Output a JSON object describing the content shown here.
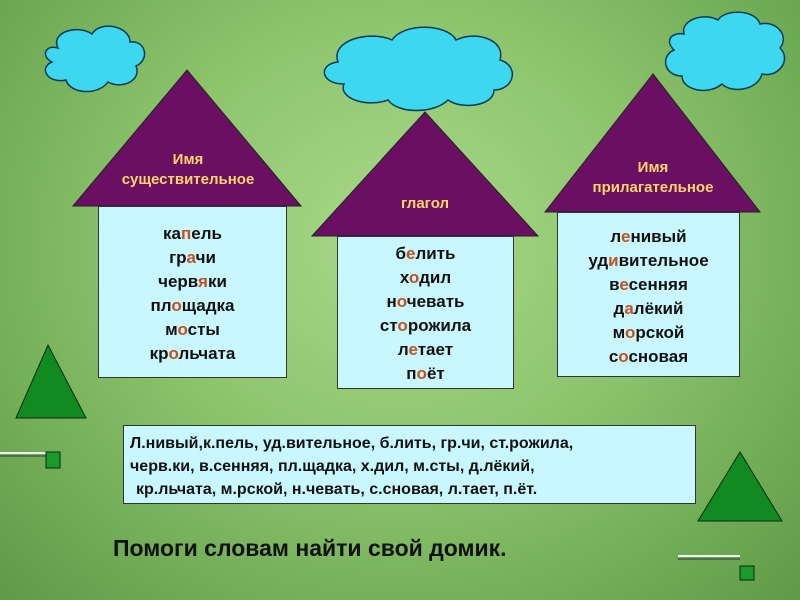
{
  "houses": [
    {
      "roof_lines": [
        "Имя",
        "существительное"
      ],
      "words": [
        [
          {
            "t": "ка"
          },
          {
            "t": "п",
            "h": true
          },
          {
            "t": "ель"
          }
        ],
        [
          {
            "t": "гр"
          },
          {
            "t": "а",
            "h": true
          },
          {
            "t": "чи"
          }
        ],
        [
          {
            "t": "черв"
          },
          {
            "t": "я",
            "h": true
          },
          {
            "t": "ки"
          }
        ],
        [
          {
            "t": "пл"
          },
          {
            "t": "о",
            "h": true
          },
          {
            "t": "щадка"
          }
        ],
        [
          {
            "t": "м"
          },
          {
            "t": "о",
            "h": true
          },
          {
            "t": "сты"
          }
        ],
        [
          {
            "t": "кр"
          },
          {
            "t": "о",
            "h": true
          },
          {
            "t": "льчата"
          }
        ]
      ]
    },
    {
      "roof_lines": [
        "глагол"
      ],
      "words": [
        [
          {
            "t": "б"
          },
          {
            "t": "е",
            "h": true
          },
          {
            "t": "лить"
          }
        ],
        [
          {
            "t": "х"
          },
          {
            "t": "о",
            "h": true
          },
          {
            "t": "дил"
          }
        ],
        [
          {
            "t": "н"
          },
          {
            "t": "о",
            "h": true
          },
          {
            "t": "чевать"
          }
        ],
        [
          {
            "t": "ст"
          },
          {
            "t": "о",
            "h": true
          },
          {
            "t": "рожила"
          }
        ],
        [
          {
            "t": "л"
          },
          {
            "t": "е",
            "h": true
          },
          {
            "t": "тает"
          }
        ],
        [
          {
            "t": "п"
          },
          {
            "t": "о",
            "h": true
          },
          {
            "t": "ёт"
          }
        ]
      ]
    },
    {
      "roof_lines": [
        "Имя",
        "прилагательное"
      ],
      "words": [
        [
          {
            "t": "л"
          },
          {
            "t": "е",
            "h": true
          },
          {
            "t": "нивый"
          }
        ],
        [
          {
            "t": "уд"
          },
          {
            "t": "и",
            "h": true
          },
          {
            "t": "вительное"
          }
        ],
        [
          {
            "t": "в"
          },
          {
            "t": "е",
            "h": true
          },
          {
            "t": "сенняя"
          }
        ],
        [
          {
            "t": "д"
          },
          {
            "t": "а",
            "h": true
          },
          {
            "t": "лёкий"
          }
        ],
        [
          {
            "t": "м"
          },
          {
            "t": "о",
            "h": true
          },
          {
            "t": "рской"
          }
        ],
        [
          {
            "t": "с"
          },
          {
            "t": "о",
            "h": true
          },
          {
            "t": "сновая"
          }
        ]
      ]
    }
  ],
  "task": {
    "lines": [
      "Л.нивый,к.пель, уд.вительное, б.лить, гр.чи, ст.рожила,",
      "черв.ки, в.сенняя, пл.щадка, х.дил, м.сты, д.лёкий,",
      "кр.льчата, м.рской, н.чевать, с.сновая, л.тает, п.ёт."
    ]
  },
  "footer": "Помоги словам найти свой домик.",
  "colors": {
    "roof": "#6a0f62",
    "roof_text": "#ffd66b",
    "house_body": "#c8f7ff",
    "highlight": "#c0531c",
    "cloud": "#3dd8f0",
    "tree": "#118a22",
    "tree_trunk": "#1a9a2a"
  }
}
